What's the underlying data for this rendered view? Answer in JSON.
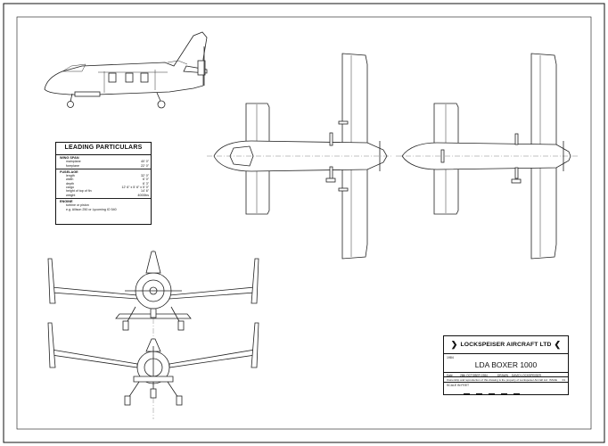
{
  "particulars": {
    "title": "LEADING PARTICULARS",
    "wing": {
      "heading": "WING SPAN",
      "rows": [
        {
          "label": "mainplane",
          "value": "40' 0\""
        },
        {
          "label": "foreplane",
          "value": "22' 0\""
        }
      ]
    },
    "fuselage": {
      "heading": "FUSELAGE",
      "rows": [
        {
          "label": "length",
          "value": "32' 0\""
        },
        {
          "label": "width",
          "value": "6' 0\""
        },
        {
          "label": "depth",
          "value": "6' 3\""
        },
        {
          "label": "cargo",
          "value": "12' 6\" x 5' 6\" x 5' 0\""
        },
        {
          "label": "height of top of fin",
          "value": "14' 6\""
        },
        {
          "label": "weight",
          "value": "4000lbs"
        }
      ]
    },
    "engine": {
      "heading": "ENGINE",
      "lines": [
        "turbine or piston",
        "e.g. Allison 250 or Lycoming IO 540"
      ]
    }
  },
  "title_block": {
    "company": "LOCKSPEISER AIRCRAFT LTD",
    "year": "1984",
    "model": "LDA BOXER 1000",
    "date_label": "Date",
    "date_value": "26th OCTOBER 1984",
    "drawn_label": "DRAWN",
    "drawn_value": "DAVID LOCKSPEISER",
    "issue_label": "ISSUE",
    "issue_value": "01",
    "notice": "Ownership and reproduction of this drawing is the property of Lockspeiser Aircraft Ltd",
    "scale_label": "SCALE IN FEET"
  }
}
